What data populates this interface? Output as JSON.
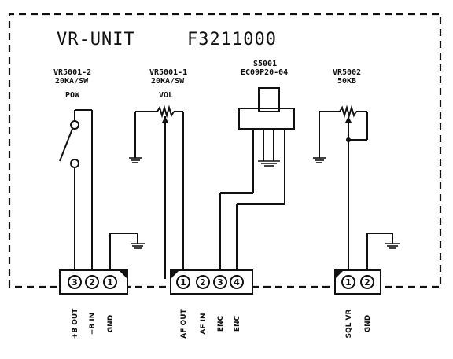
{
  "title": {
    "unit": "VR-UNIT",
    "code": "F3211000"
  },
  "components": {
    "vr5001_2": {
      "ref": "VR5001-2",
      "value": "20KA/SW",
      "name": "POW"
    },
    "vr5001_1": {
      "ref": "VR5001-1",
      "value": "20KA/SW",
      "name": "VOL"
    },
    "s5001": {
      "ref": "S5001",
      "value": "EC09P20-04"
    },
    "vr5002": {
      "ref": "VR5002",
      "value": "50KB"
    }
  },
  "connectors": [
    {
      "pins": [
        "3",
        "2",
        "1"
      ],
      "labels": [
        "+B OUT",
        "+B IN",
        "GND"
      ]
    },
    {
      "pins": [
        "1",
        "2",
        "3",
        "4"
      ],
      "labels": [
        "AF OUT",
        "AF IN",
        "ENC",
        "ENC"
      ]
    },
    {
      "pins": [
        "1",
        "2"
      ],
      "labels": [
        "SQL VR",
        "GND"
      ]
    }
  ]
}
